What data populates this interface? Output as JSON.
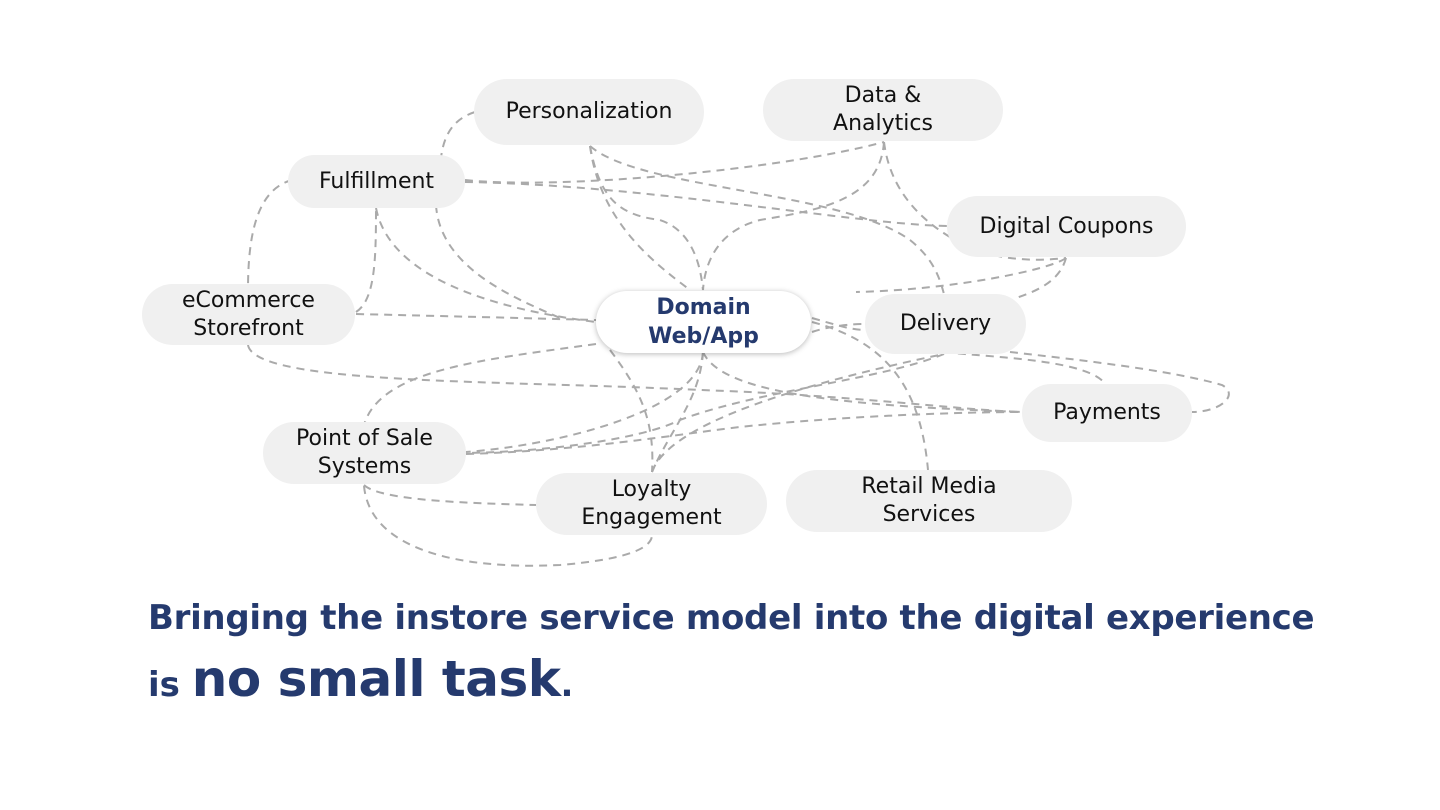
{
  "center_node": {
    "label": "Domain\nWeb/App"
  },
  "nodes": {
    "personalization": "Personalization",
    "data_analytics": "Data &\nAnalytics",
    "fulfillment": "Fulfillment",
    "digital_coupons": "Digital Coupons",
    "ecommerce_storefront": "eCommerce\nStorefront",
    "delivery": "Delivery",
    "payments": "Payments",
    "point_of_sale": "Point of Sale\nSystems",
    "loyalty_engagement": "Loyalty\nEngagement",
    "retail_media": "Retail Media\nServices"
  },
  "tagline": {
    "line1": "Bringing the instore service model into the digital experience",
    "line2_prefix": "is ",
    "line2_emphasis": "no small task",
    "line2_suffix": "."
  },
  "colors": {
    "accent": "#253a6e",
    "node_fill": "#f0f0f0",
    "connector": "#aaaaaa"
  }
}
